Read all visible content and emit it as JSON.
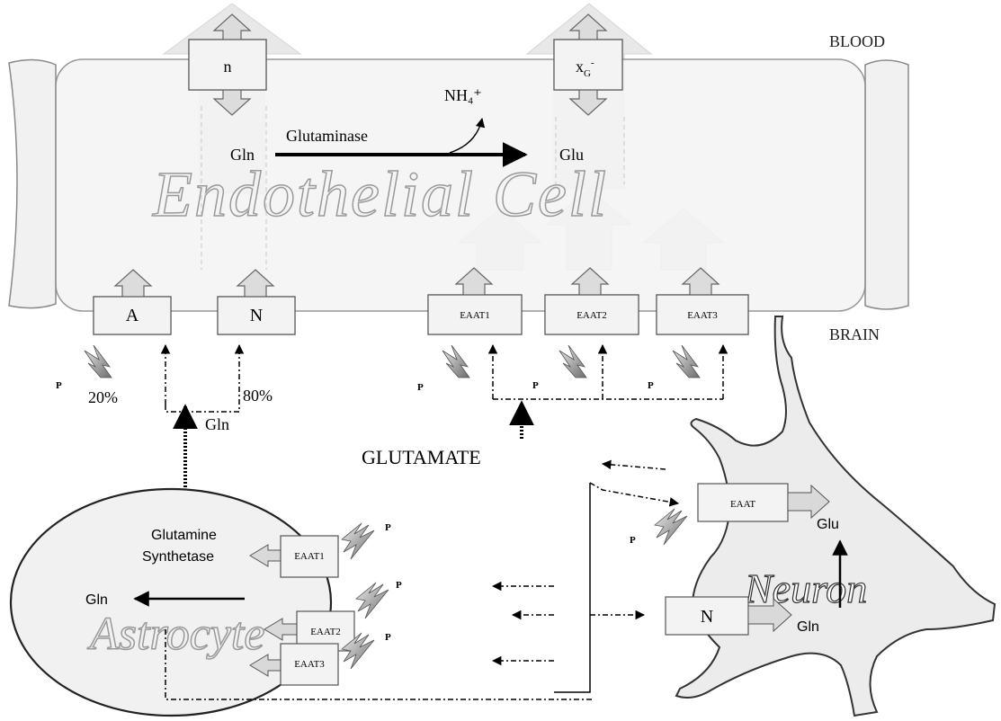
{
  "labels": {
    "blood": "BLOOD",
    "brain": "BRAIN",
    "endothelial_cell": "Endothelial Cell",
    "astrocyte": "Astrocyte",
    "neuron": "Neuron",
    "glutamate": "GLUTAMATE",
    "glutaminase": "Glutaminase",
    "nh4": "NH₄⁺",
    "glutamine_synthetase_line1": "Glutamine",
    "glutamine_synthetase_line2": "Synthetase",
    "gln": "Gln",
    "glu": "Glu",
    "pct_20": "20%",
    "pct_80": "80%",
    "phospho": "P"
  },
  "transporters": {
    "luminal_n": "n",
    "luminal_xg": "x",
    "luminal_xg_sub": "G",
    "luminal_xg_sup": "-",
    "abluminal_a": "A",
    "abluminal_n": "N",
    "eaat1": "EAAT1",
    "eaat2": "EAAT2",
    "eaat3": "EAAT3",
    "astro_eaat1": "EAAT1",
    "astro_eaat2": "EAAT2",
    "astro_eaat3": "EAAT3",
    "neuron_eaat": "EAAT",
    "neuron_n": "N"
  }
}
